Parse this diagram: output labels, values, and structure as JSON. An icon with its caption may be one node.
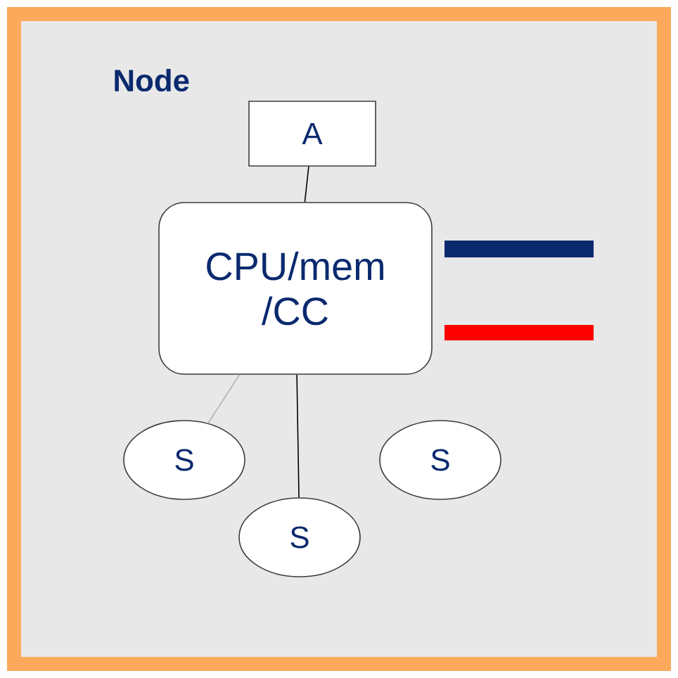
{
  "diagram": {
    "nodes": [
      {
        "text": [
          "Node"
        ]
      },
      {
        "text": [
          "A"
        ],
        "in": 0
      },
      {
        "text": [
          "CPU/mem /CC"
        ],
        "in": 0
      },
      {
        "text": [
          "S"
        ],
        "in": 0
      },
      {
        "text": [
          "S"
        ],
        "in": 0
      },
      {
        "text": [
          "S"
        ],
        "in": 0
      }
    ],
    "edges": [
      {
        "from": 1,
        "to": 2,
        "arrow": "none"
      },
      {
        "from": 2,
        "to": 3,
        "arrow": "none",
        "color": "#b4b4b4"
      },
      {
        "from": 2,
        "to": 4,
        "arrow": "none"
      }
    ]
  }
}
